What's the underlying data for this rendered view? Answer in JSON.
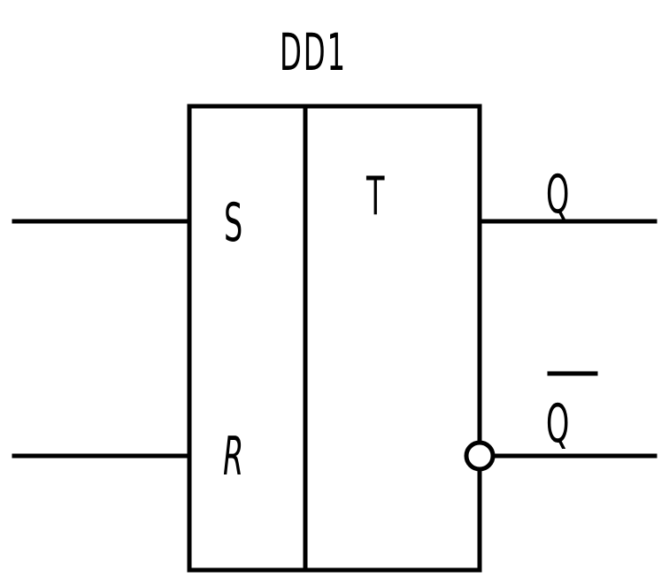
{
  "diagram": {
    "component_id": "DD1",
    "inputs": [
      {
        "label": "S"
      },
      {
        "label": "R"
      }
    ],
    "function_label": "T",
    "outputs": [
      {
        "label": "Q",
        "inverted": false
      },
      {
        "label": "Q",
        "inverted": true,
        "overbar": true
      }
    ],
    "colors": {
      "stroke": "#000000",
      "background": "#ffffff"
    }
  }
}
